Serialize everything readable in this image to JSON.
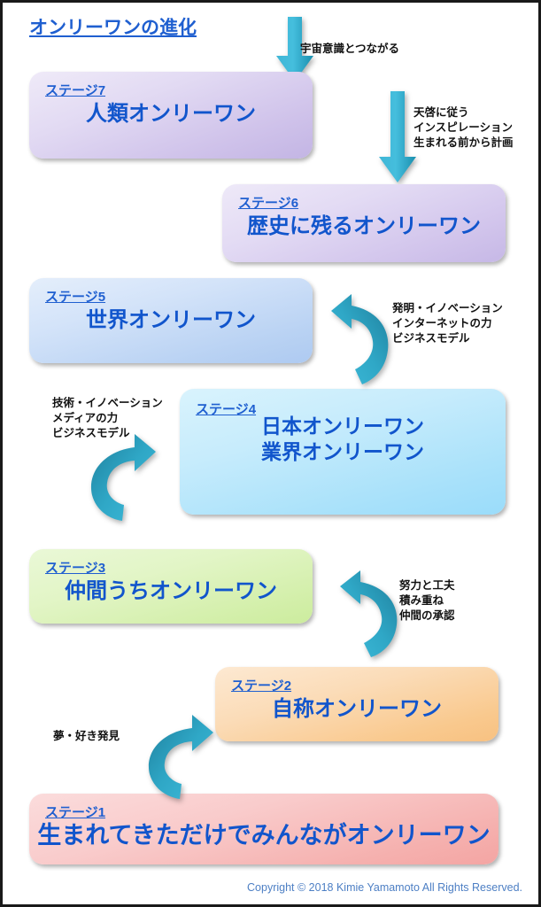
{
  "page": {
    "title": "オンリーワンの進化",
    "copyright": "Copyright © 2018 Kimie Yamamoto All Rights Reserved.",
    "accent_color": "#1F5FD0",
    "arrow_color": "#2BA6C8"
  },
  "stages": [
    {
      "id": "box7",
      "label": "ステージ7",
      "title": "人類オンリーワン",
      "color": "#cfc2ea",
      "color_name": "purple"
    },
    {
      "id": "box6",
      "label": "ステージ6",
      "title": "歴史に残るオンリーワン",
      "color": "#d2c5ec",
      "color_name": "purple"
    },
    {
      "id": "box5",
      "label": "ステージ5",
      "title": "世界オンリーワン",
      "color": "#b9d2f3",
      "color_name": "blue"
    },
    {
      "id": "box4",
      "label": "ステージ4",
      "title_line1": "日本オンリーワン",
      "title_line2": "業界オンリーワン",
      "color": "#a8e1fa",
      "color_name": "cyan"
    },
    {
      "id": "box3",
      "label": "ステージ3",
      "title": "仲間うちオンリーワン",
      "color": "#d3efaa",
      "color_name": "green"
    },
    {
      "id": "box2",
      "label": "ステージ2",
      "title": "自称オンリーワン",
      "color": "#f9c98e",
      "color_name": "orange"
    },
    {
      "id": "box1",
      "label": "ステージ1",
      "title": "生まれてきただけでみんながオンリーワン",
      "color": "#f5b0ae",
      "color_name": "pink"
    }
  ],
  "notes": {
    "to_stage7": "宇宙意識とつながる",
    "to_stage6": "天啓に従う\nインスピレーション\n生まれる前から計画",
    "stage4_to_5": "発明・イノベーション\nインターネットの力\nビジネスモデル",
    "stage3_to_4": "技術・イノベーション\nメディアの力\nビジネスモデル",
    "stage2_to_3": "努力と工夫\n積み重ね\n仲間の承認",
    "stage1_to_2": "夢・好き発見"
  }
}
